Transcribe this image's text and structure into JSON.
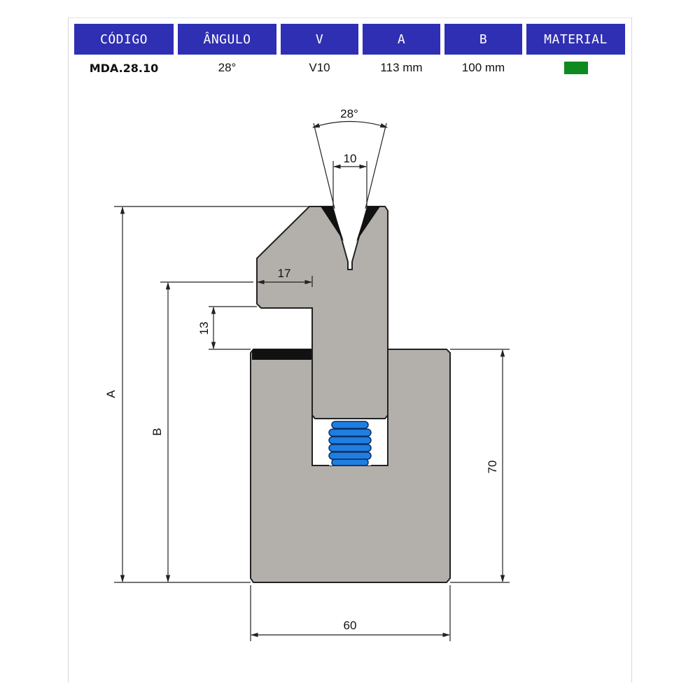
{
  "table": {
    "headers": [
      "CÓDIGO",
      "ÂNGULO",
      "V",
      "A",
      "B",
      "MATERIAL"
    ],
    "row": {
      "codigo": "MDA.28.10",
      "angulo": "28°",
      "v": "V10",
      "a": "113 mm",
      "b": "100 mm",
      "material_color": "#0e8a1e"
    }
  },
  "drawing": {
    "angle_label": "28°",
    "v_width_label": "10",
    "offset_label": "17",
    "gap_label": "13",
    "a_label": "A",
    "b_label": "B",
    "height_label": "70",
    "width_label": "60"
  },
  "colors": {
    "header_bg": "#2f2fb4",
    "body_fill": "#b3b0ac",
    "spring": "#1f7fe0",
    "hardened": "#111111"
  }
}
